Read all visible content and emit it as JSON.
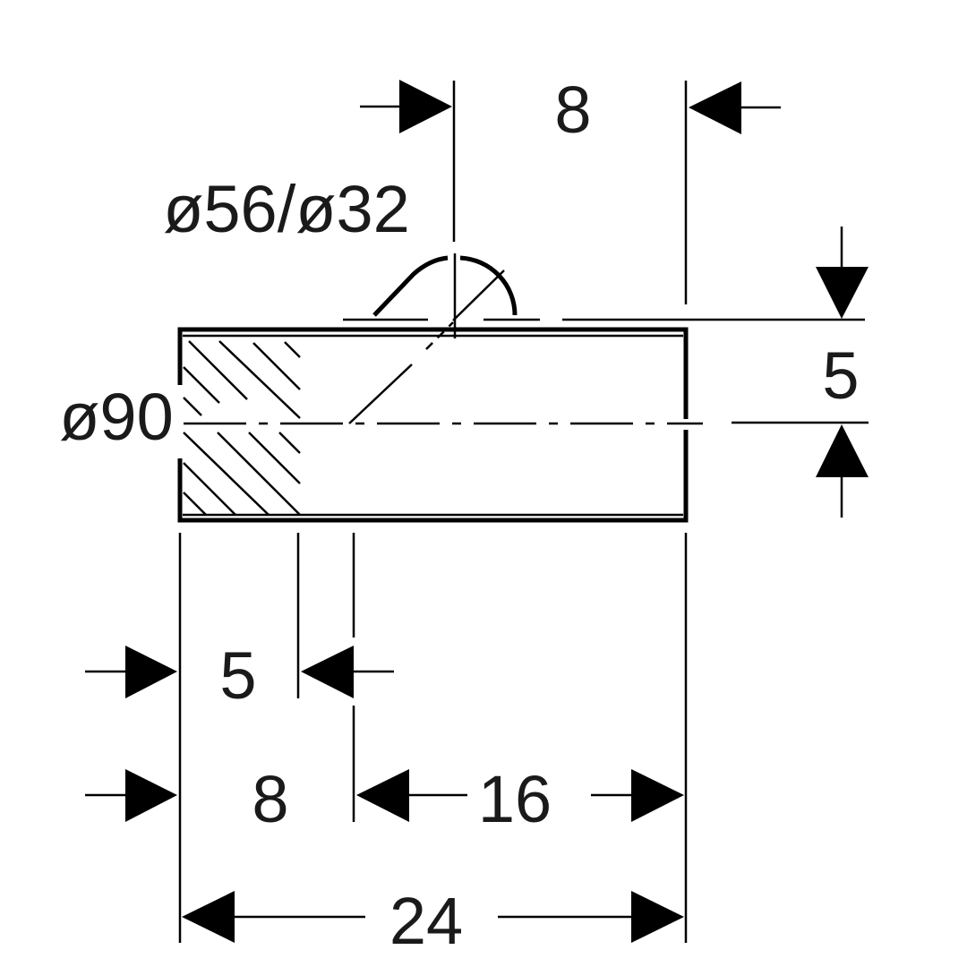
{
  "dimensions": {
    "top_width": "8",
    "chamfer_diameters": "ø56/ø32",
    "right_height": "5",
    "outer_diameter": "ø90",
    "bottom_first": "5",
    "bottom_second": "8",
    "bottom_third": "16",
    "overall_length": "24"
  }
}
